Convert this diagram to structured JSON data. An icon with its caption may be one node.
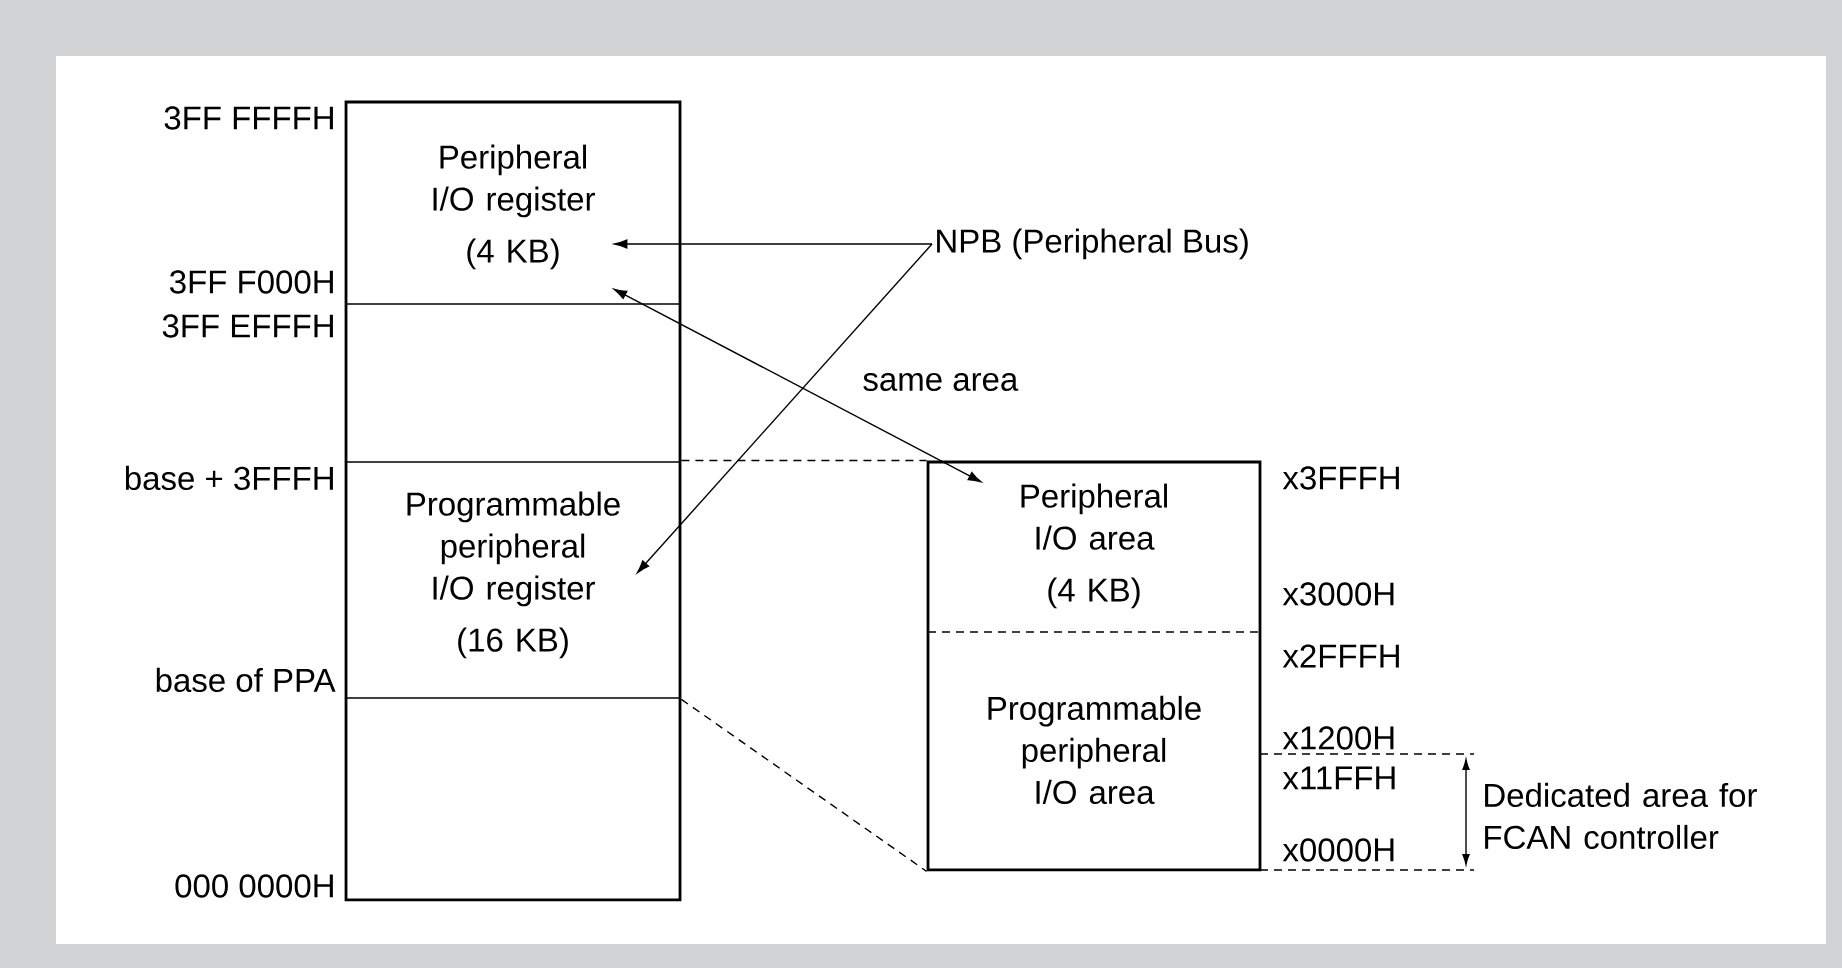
{
  "diagram": {
    "nodes": [
      {
        "text": [],
        "shape": "box"
      },
      {
        "text": [
          "Peripheral I/O register",
          "(4 KB)"
        ],
        "in": 0
      },
      {
        "text": [
          "Programmable peripheral I/O register",
          "(16 KB)"
        ],
        "in": 0
      },
      {
        "text": [
          "NPB (Peripheral Bus)"
        ]
      },
      {
        "text": [],
        "shape": "box"
      },
      {
        "text": [
          "Peripheral I/O area",
          "(4 KB)"
        ],
        "in": 4
      },
      {
        "text": [
          "Programmable peripheral I/O area"
        ],
        "in": 4
      }
    ],
    "edges": [
      {
        "from": 3,
        "to": 1,
        "arrow": "to"
      },
      {
        "from": 3,
        "to": 2,
        "arrow": "to"
      },
      {
        "from": 1,
        "to": 5,
        "arrow": "both",
        "label": "same area"
      },
      {
        "from": 0,
        "to": 4,
        "arrow": "none",
        "style": "dashed"
      },
      {
        "from": 0,
        "to": 4,
        "arrow": "none",
        "style": "dashed"
      }
    ],
    "labels": [
      "3FF FFFFH",
      "3FF F000H",
      "3FF EFFFH",
      "base + 3FFFH",
      "base of PPA",
      "000 0000H",
      "x3FFFH",
      "x3000H",
      "x2FFFH",
      "x1200H",
      "x11FFH",
      "x0000H",
      "Dedicated area for FCAN controller"
    ]
  }
}
